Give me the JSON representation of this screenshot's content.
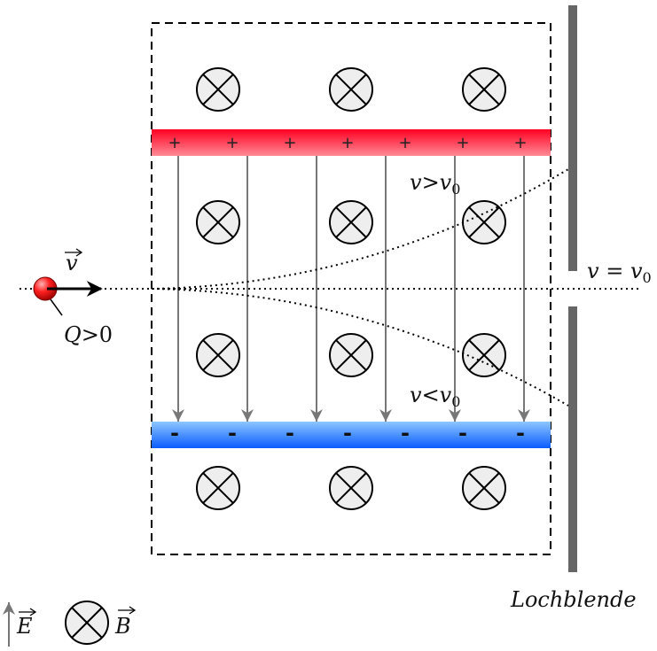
{
  "labels": {
    "velocity": "v",
    "charge_var": "Q",
    "charge_rel": ">0",
    "faster_var": "v",
    "faster_rel": ">",
    "faster_ref": "v",
    "faster_sub": "0",
    "equal_var": "v",
    "equal_rel": " = ",
    "equal_ref": "v",
    "equal_sub": "0",
    "slower_var": "v",
    "slower_rel": "<",
    "slower_ref": "v",
    "slower_sub": "0",
    "aperture": "Lochblende",
    "legend_e": "E",
    "legend_b": "B"
  },
  "plates": {
    "top_sign": "+",
    "bottom_sign": "-"
  },
  "colors": {
    "top_plate": "#ff2233",
    "bottom_plate": "#1177ff",
    "particle": "#e01010",
    "field_line": "#777777",
    "aperture": "#666666"
  }
}
